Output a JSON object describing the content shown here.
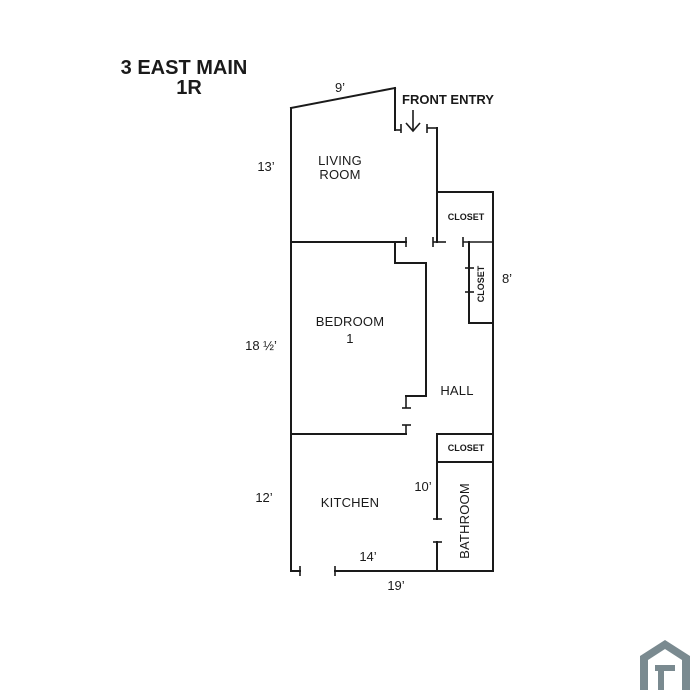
{
  "title": {
    "line1": "3 EAST MAIN",
    "line2": "1R"
  },
  "front_entry_label": "FRONT ENTRY",
  "rooms": {
    "living_room": {
      "line1": "LIVING",
      "line2": "ROOM"
    },
    "bedroom": {
      "line1": "BEDROOM",
      "line2": "1"
    },
    "hall": "HALL",
    "kitchen": "KITCHEN",
    "bathroom": "BATHROOM",
    "closet_top": "CLOSET",
    "closet_side": "CLOSET",
    "closet_lower": "CLOSET"
  },
  "dimensions": {
    "living_width": "9’",
    "living_height": "13’",
    "bedroom_height": "18 ½’",
    "closet_side": "8’",
    "kitchen_height": "12’",
    "bath_height": "10’",
    "kitchen_width": "14’",
    "overall_width": "19’"
  },
  "colors": {
    "wall": "#1a1a1a",
    "logo": "#7a8a90"
  },
  "logo_icon": "house-outline-icon"
}
